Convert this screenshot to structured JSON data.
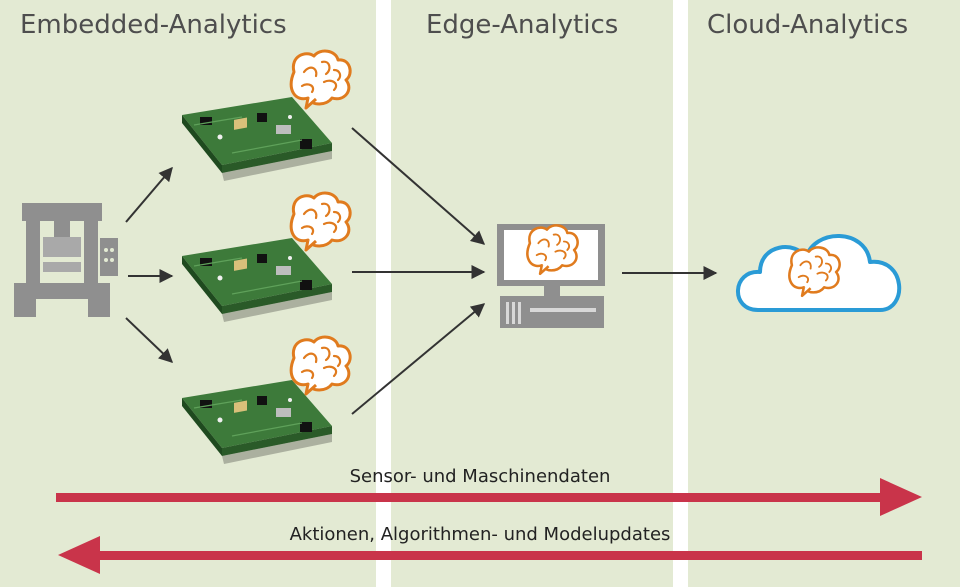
{
  "panels": {
    "embedded": {
      "title": "Embedded-Analytics"
    },
    "edge": {
      "title": "Edge-Analytics"
    },
    "cloud": {
      "title": "Cloud-Analytics"
    }
  },
  "flows": {
    "upstream": {
      "label": "Sensor- und Maschinendaten"
    },
    "downstream": {
      "label": "Aktionen, Algorithmen- und Modelupdates"
    }
  },
  "icons": {
    "machine": "industrial-machine-icon",
    "board": "sensor-board-icon",
    "brain": "brain-icon",
    "computer": "edge-computer-icon",
    "cloud": "cloud-icon"
  },
  "colors": {
    "panel_background": "#e3ead3",
    "brain": "#e07b1e",
    "cloud_outline": "#2a9bd6",
    "flow_arrow": "#c9344a",
    "device_gray": "#8f8f8f",
    "board_green": "#3d7a3a"
  }
}
